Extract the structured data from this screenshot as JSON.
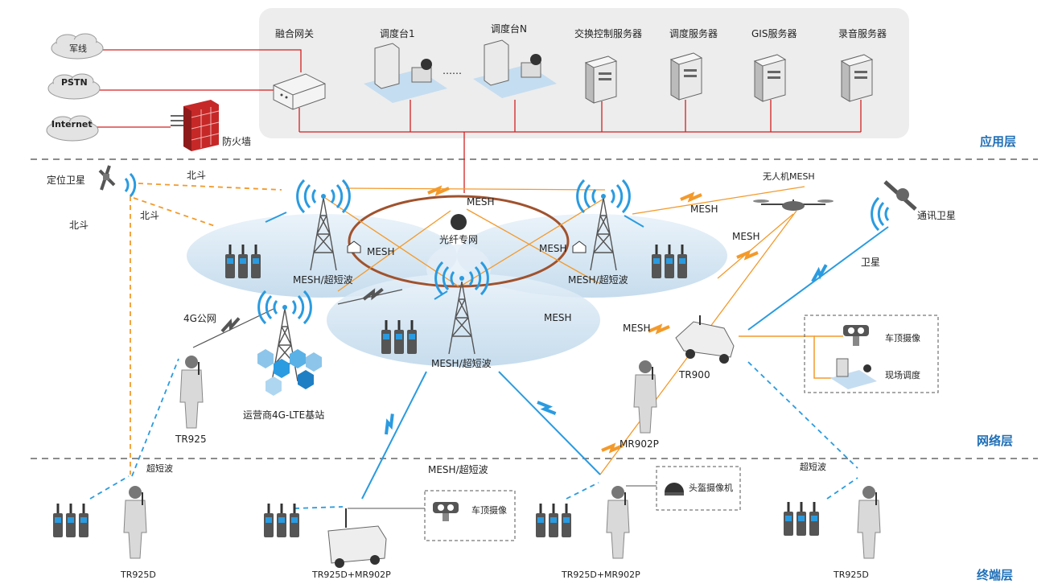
{
  "layers": {
    "application": "应用层",
    "network": "网络层",
    "terminal": "终端层"
  },
  "app_panel": {
    "fusion_gateway": "融合网关",
    "dispatch1": "调度台1",
    "dispatchN": "调度台N",
    "dots": "……",
    "switch_server": "交换控制服务器",
    "dispatch_server": "调度服务器",
    "gis_server": "GIS服务器",
    "record_server": "录音服务器"
  },
  "clouds": {
    "military": "军线",
    "pstn": "PSTN",
    "internet": "Internet"
  },
  "firewall": "防火墙",
  "network": {
    "position_satellite": "定位卫星",
    "beidou_top": "北斗",
    "beidou_mid": "北斗",
    "beidou_left": "北斗",
    "fiber_net": "光纤专网",
    "mesh_center": "MESH",
    "mesh_left": "MESH",
    "mesh_right": "MESH",
    "mesh_lower": "MESH",
    "mesh_uav": "MESH",
    "mesh_vehicle": "MESH",
    "mesh_tr900": "MESH",
    "tower_left": "MESH/超短波",
    "tower_right": "MESH/超短波",
    "tower_center": "MESH/超短波",
    "uav_mesh": "无人机MESH",
    "comm_satellite": "通讯卫星",
    "satellite_link": "卫星",
    "public_4g": "4G公网",
    "lte_station": "运营商4G-LTE基站",
    "tr925": "TR925",
    "tr900": "TR900",
    "mr902p": "MR902P",
    "roof_camera_right": "车顶摄像",
    "field_dispatch": "现场调度"
  },
  "terminal": {
    "vhf_left": "超短波",
    "mesh_vhf": "MESH/超短波",
    "roof_camera": "车顶摄像",
    "helmet_camera": "头盔摄像机",
    "vhf_right": "超短波",
    "tr925d_left": "TR925D",
    "tr925d_mr902p_a": "TR925D+MR902P",
    "tr925d_mr902p_b": "TR925D+MR902P",
    "tr925d_right": "TR925D"
  },
  "colors": {
    "red_line": "#d32020",
    "orange": "#f39a2b",
    "blue": "#2a9be0",
    "cell": "#cfe2f1",
    "layer_text": "#1f6fb7",
    "panel": "#ededed"
  }
}
